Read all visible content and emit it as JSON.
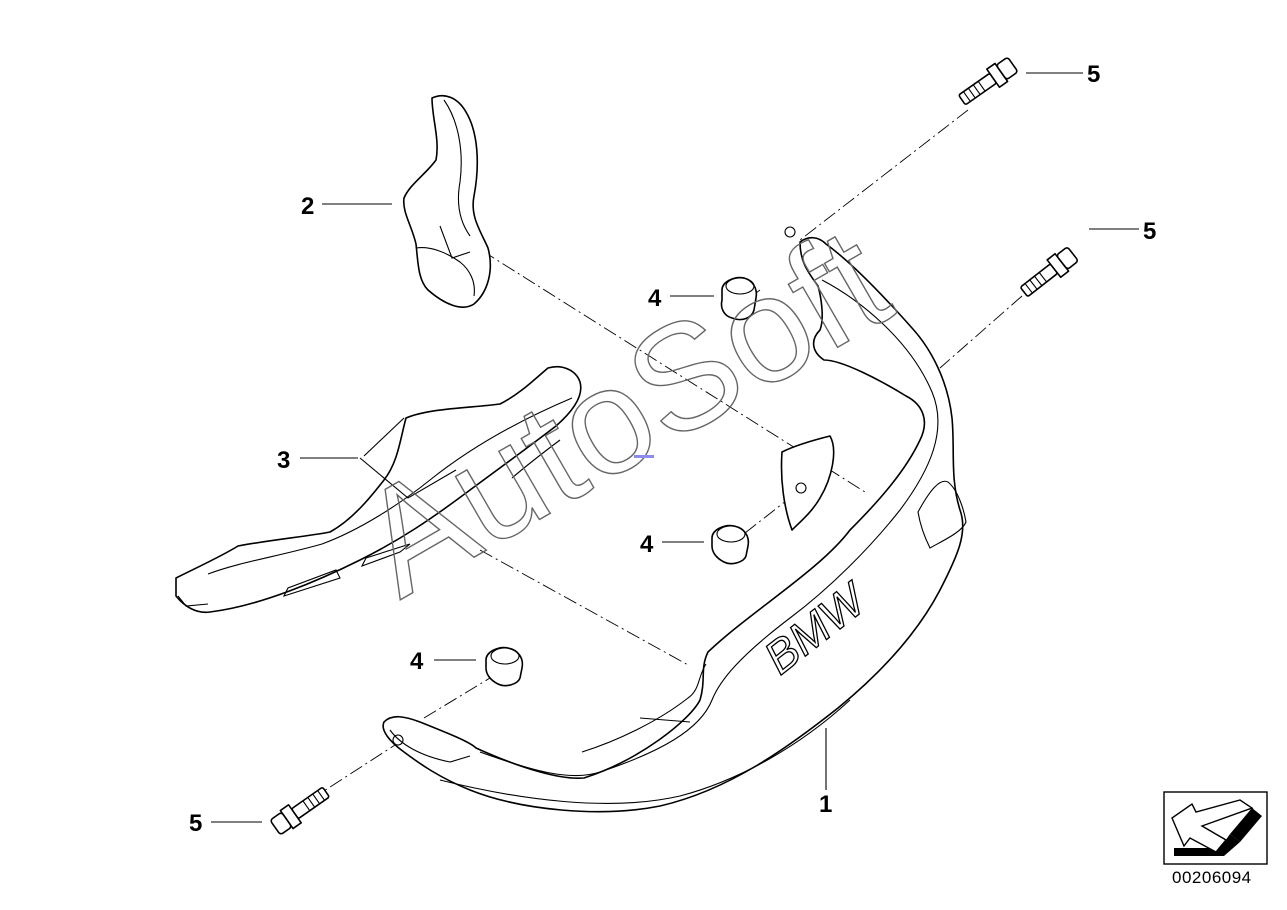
{
  "callouts": {
    "c1": "1",
    "c2": "2",
    "c3": "3",
    "c4a": "4",
    "c4b": "4",
    "c4c": "4",
    "c5a": "5",
    "c5b": "5",
    "c5c": "5"
  },
  "part_marking": "BMW",
  "watermark": "AutoSoft",
  "reference_number": "00206094",
  "icons": {
    "nav": "direction-arrow-icon"
  }
}
